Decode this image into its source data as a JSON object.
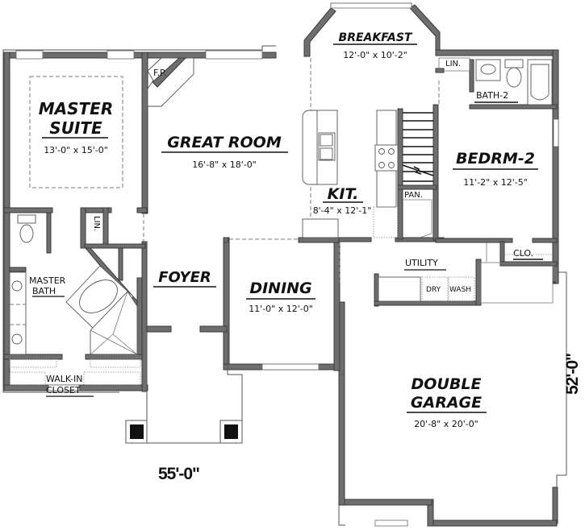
{
  "plan": {
    "rooms": {
      "master_suite": {
        "name_line1": "MASTER",
        "name_line2": "SUITE",
        "dims": "13'-0\" x 15'-0\""
      },
      "great_room": {
        "name": "GREAT ROOM",
        "dims": "16'-8\" x 18'-0\""
      },
      "breakfast": {
        "name": "BREAKFAST",
        "dims": "12'-0\" x 10'-2\""
      },
      "kitchen": {
        "name": "KIT.",
        "dims": "8'-4\" x 12'-1\""
      },
      "bedroom2": {
        "name": "BEDRM-2",
        "dims": "11'-2\" x 12'-5\""
      },
      "foyer": {
        "name": "FOYER"
      },
      "dining": {
        "name": "DINING",
        "dims": "11'-0\" x 12'-0\""
      },
      "garage": {
        "name_line1": "DOUBLE",
        "name_line2": "GARAGE",
        "dims": "20'-8\" x 20'-0\""
      },
      "master_bath": {
        "name_line1": "MASTER",
        "name_line2": "BATH"
      },
      "walk_in_closet": {
        "name_line1": "WALK-IN",
        "name_line2": "CLOSET"
      },
      "utility": {
        "name": "UTILITY"
      },
      "bath2": {
        "name": "BATH-2"
      }
    },
    "fixtures": {
      "fireplace": "F.P.",
      "linen_master": "LIN.",
      "linen_hall": "LIN.",
      "pantry": "PAN.",
      "closet": "CLO.",
      "dryer": "DRY",
      "washer": "WASH"
    },
    "overall_dims": {
      "width": "55'-0\"",
      "depth": "52'-0\""
    },
    "colors": {
      "wall": "#6e6e6e",
      "line": "#555555",
      "text": "#111111",
      "background": "#ffffff"
    }
  }
}
